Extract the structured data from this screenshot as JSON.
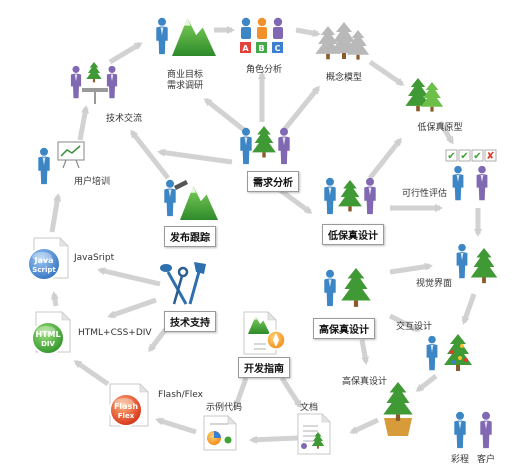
{
  "nodes": {
    "business_goals": "商业目标\n需求调研",
    "role_analysis": "角色分析",
    "concept_model": "概念模型",
    "low_fi_prototype": "低保真原型",
    "feasibility": "可行性评估",
    "visual_design": "视觉界面",
    "interaction": "交互设计",
    "hi_fi_design": "高保真设计",
    "docs": "文档",
    "sample_code": "示例代码",
    "flash_flex": "Flash/Flex",
    "html_css": "HTML+CSS+DIV",
    "javascript": "JavaSript",
    "user_training": "用户培训",
    "tech_exchange": "技术交流"
  },
  "hubs": {
    "requirements": "需求分析",
    "low_fi": "低保真设计",
    "hi_fi": "高保真设计",
    "release": "发布跟踪",
    "tech_support": "技术支持",
    "dev_guide": "开发指南"
  },
  "role_badges": [
    "A",
    "B",
    "C"
  ],
  "check_marks": [
    "✔",
    "✔",
    "✔",
    "✘"
  ],
  "badges": {
    "js_line1": "Java",
    "js_line2": "Script",
    "html_line1": "HTML",
    "html_line2": "DIV",
    "flash_line1": "Flash",
    "flash_line2": "Flex"
  },
  "legend": {
    "designer": "彩程",
    "customer": "客户"
  },
  "colors": {
    "arrow": "#d2d2d2",
    "designer": "#3d86c6",
    "customer": "#8068b2",
    "tree": "#3f9a35",
    "tree_light": "#6cc04a",
    "mountain": "#3e9e3a",
    "badge_js": "#3c7fd0",
    "badge_html": "#38a532",
    "badge_flash": "#e03818"
  }
}
